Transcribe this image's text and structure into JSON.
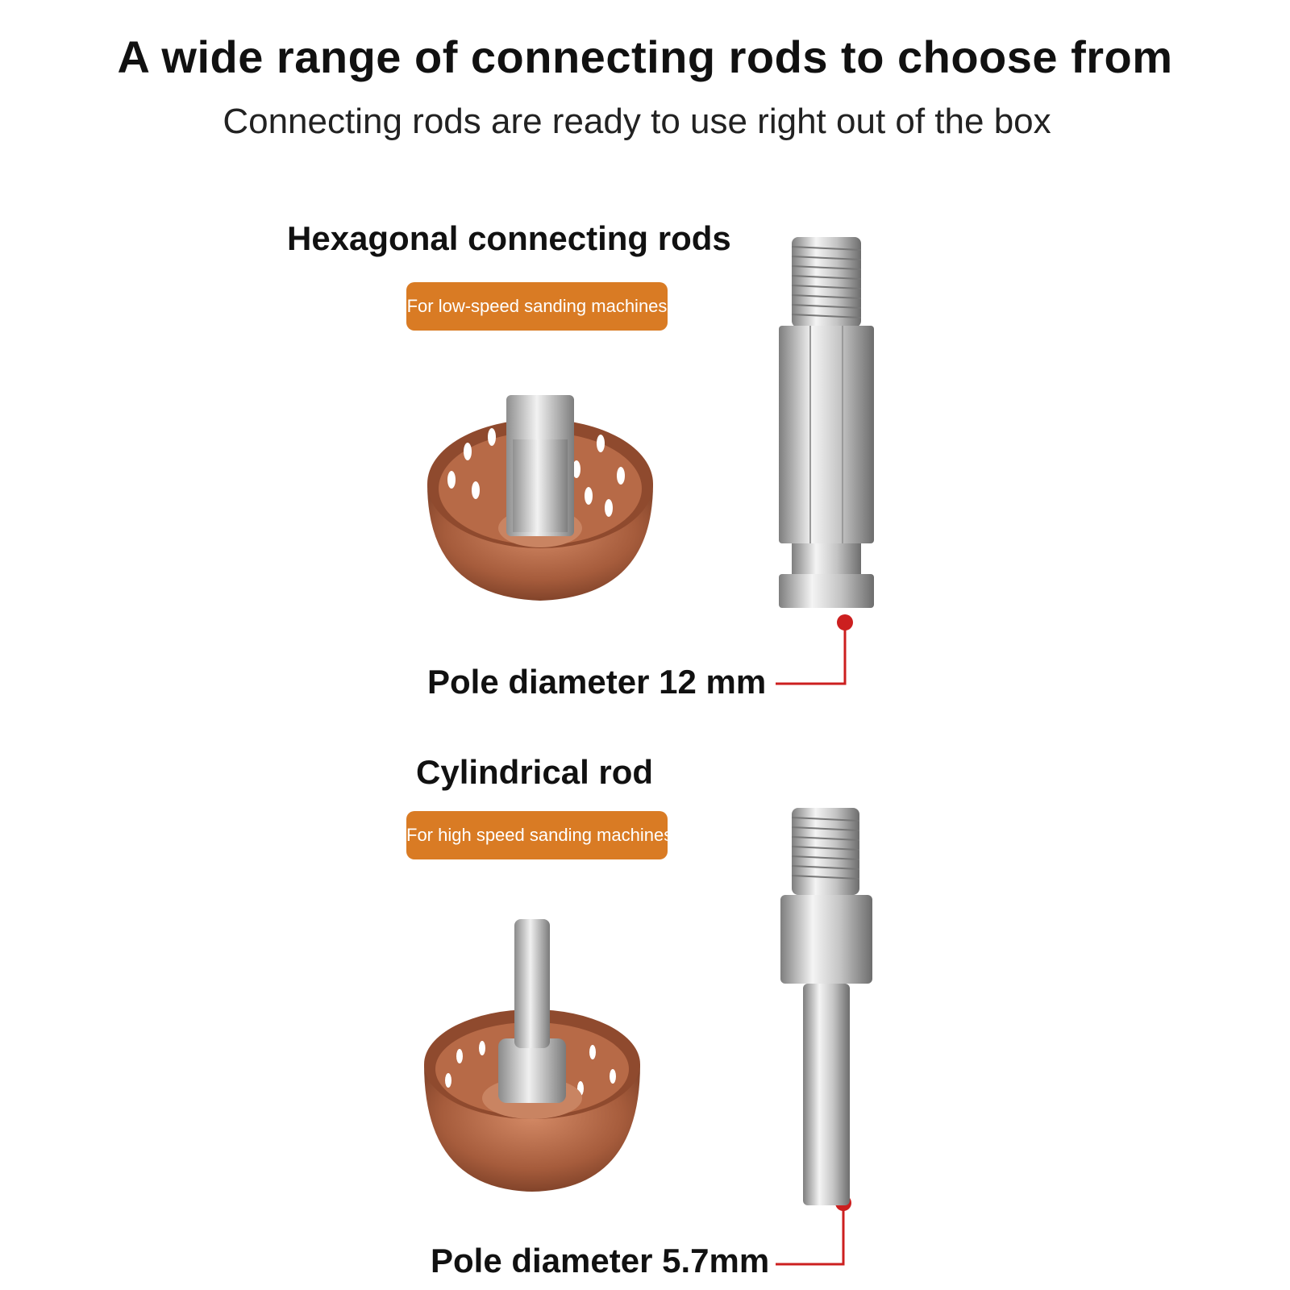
{
  "header": {
    "title": "A wide range of connecting rods to choose from",
    "subtitle": "Connecting rods are ready to use right out of the box"
  },
  "sections": [
    {
      "title": "Hexagonal connecting rods",
      "badge": "For low-speed sanding machines",
      "dimension_label": "Pole diameter 12 mm"
    },
    {
      "title": "Cylindrical rod",
      "badge": "For high speed sanding machines",
      "dimension_label": "Pole diameter 5.7mm"
    }
  ],
  "colors": {
    "badge": "#d97b24",
    "callout": "#cc1f1f",
    "copper": "#a65c3c"
  }
}
